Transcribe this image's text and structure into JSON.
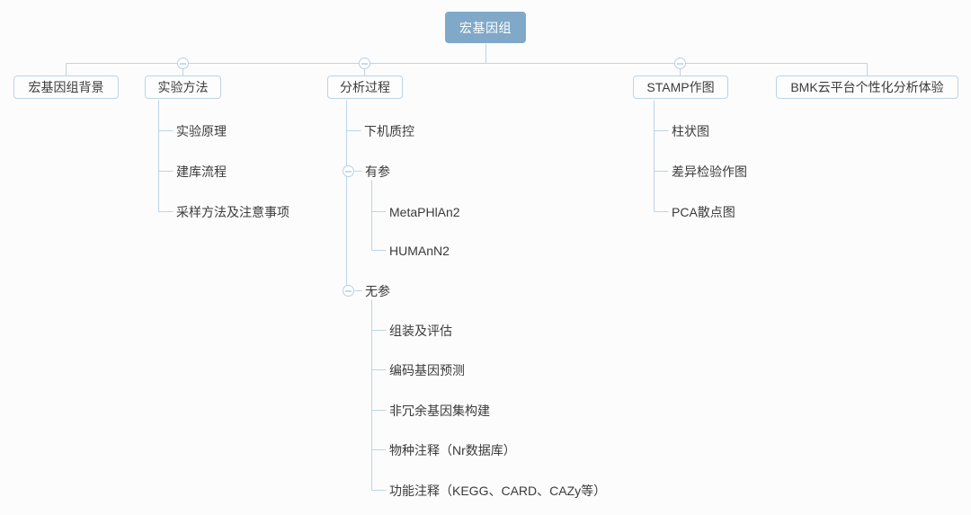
{
  "diagram": {
    "title": "宏基因组",
    "type": "mindmap-tree",
    "colors": {
      "root_fill": "#7fa8c9",
      "root_text": "#ffffff",
      "node_border": "#bdd4e6",
      "node_fill": "#fdfdfd",
      "node_text": "#3b3b3b",
      "connector": "#bdd4e6",
      "background": "#fcfcfc"
    }
  },
  "nodes": {
    "root": {
      "label": "宏基因组"
    },
    "level2": [
      {
        "label": "宏基因组背景",
        "collapsible": false
      },
      {
        "label": "实验方法",
        "collapsible": true
      },
      {
        "label": "分析过程",
        "collapsible": true
      },
      {
        "label": "STAMP作图",
        "collapsible": true
      },
      {
        "label": "BMK云平台个性化分析体验",
        "collapsible": false
      }
    ],
    "experiment_children": [
      {
        "label": "实验原理"
      },
      {
        "label": "建库流程"
      },
      {
        "label": "采样方法及注意事项"
      }
    ],
    "analysis_children": [
      {
        "label": "下机质控",
        "collapsible": false
      },
      {
        "label": "有参",
        "collapsible": true
      },
      {
        "label": "无参",
        "collapsible": true
      }
    ],
    "reference_based_children": [
      {
        "label": "MetaPHlAn2"
      },
      {
        "label": "HUMAnN2"
      }
    ],
    "de_novo_children": [
      {
        "label": "组装及评估"
      },
      {
        "label": "编码基因预测"
      },
      {
        "label": "非冗余基因集构建"
      },
      {
        "label": "物种注释（Nr数据库）"
      },
      {
        "label": "功能注释（KEGG、CARD、CAZy等）"
      }
    ],
    "stamp_children": [
      {
        "label": "柱状图"
      },
      {
        "label": "差异检验作图"
      },
      {
        "label": "PCA散点图"
      }
    ]
  }
}
